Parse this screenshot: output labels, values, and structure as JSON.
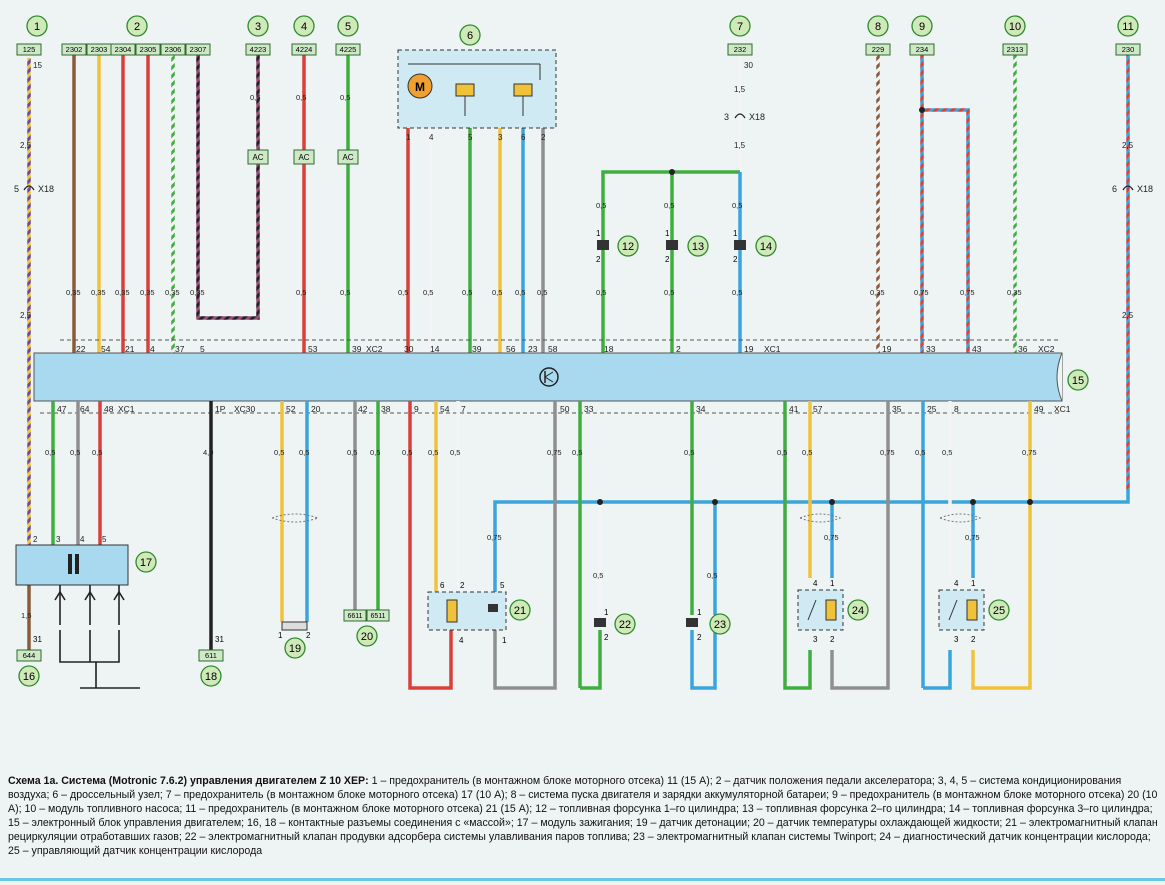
{
  "diagram": {
    "callouts": [
      {
        "id": "c1",
        "text": "1"
      },
      {
        "id": "c2",
        "text": "2"
      },
      {
        "id": "c3",
        "text": "3"
      },
      {
        "id": "c4",
        "text": "4"
      },
      {
        "id": "c5",
        "text": "5"
      },
      {
        "id": "c6",
        "text": "6"
      },
      {
        "id": "c7",
        "text": "7"
      },
      {
        "id": "c8",
        "text": "8"
      },
      {
        "id": "c9",
        "text": "9"
      },
      {
        "id": "c10",
        "text": "10"
      },
      {
        "id": "c11",
        "text": "11"
      },
      {
        "id": "c12",
        "text": "12"
      },
      {
        "id": "c13",
        "text": "13"
      },
      {
        "id": "c14",
        "text": "14"
      },
      {
        "id": "c15",
        "text": "15"
      },
      {
        "id": "c16",
        "text": "16"
      },
      {
        "id": "c17",
        "text": "17"
      },
      {
        "id": "c18",
        "text": "18"
      },
      {
        "id": "c19",
        "text": "19"
      },
      {
        "id": "c20",
        "text": "20"
      },
      {
        "id": "c21",
        "text": "21"
      },
      {
        "id": "c22",
        "text": "22"
      },
      {
        "id": "c23",
        "text": "23"
      },
      {
        "id": "c24",
        "text": "24"
      },
      {
        "id": "c25",
        "text": "25"
      }
    ],
    "terminal_labels": [
      {
        "id": "t125",
        "text": "125"
      },
      {
        "id": "t2302",
        "text": "2302"
      },
      {
        "id": "t2303",
        "text": "2303"
      },
      {
        "id": "t2304",
        "text": "2304"
      },
      {
        "id": "t2305",
        "text": "2305"
      },
      {
        "id": "t2306",
        "text": "2306"
      },
      {
        "id": "t2307",
        "text": "2307"
      },
      {
        "id": "t4223",
        "text": "4223"
      },
      {
        "id": "t4224",
        "text": "4224"
      },
      {
        "id": "t4225",
        "text": "4225"
      },
      {
        "id": "t232",
        "text": "232"
      },
      {
        "id": "t229",
        "text": "229"
      },
      {
        "id": "t234",
        "text": "234"
      },
      {
        "id": "t2313",
        "text": "2313"
      },
      {
        "id": "t230",
        "text": "230"
      },
      {
        "id": "t644",
        "text": "644"
      },
      {
        "id": "t611",
        "text": "611"
      },
      {
        "id": "t6611a",
        "text": "6611"
      },
      {
        "id": "t6511",
        "text": "6511"
      }
    ],
    "ac_label": "AC",
    "motor_label": "M",
    "connector_x18": "X18",
    "connector_xc1": "XC1",
    "connector_xc2": "XC2",
    "connector_xc30": "XC30",
    "ecu_pin_1p": "1P",
    "top_pins": [
      "22",
      "54",
      "21",
      "4",
      "37",
      "5",
      "53",
      "39",
      "30",
      "14",
      "39",
      "56",
      "23",
      "58",
      "18",
      "2",
      "19",
      "19",
      "33",
      "43",
      "36"
    ],
    "bottom_pins": [
      "47",
      "64",
      "48",
      "52",
      "20",
      "42",
      "38",
      "9",
      "54",
      "7",
      "50",
      "33",
      "34",
      "41",
      "57",
      "35",
      "25",
      "8",
      "49"
    ],
    "wire_sizes": [
      "0,35",
      "0,5",
      "0,75",
      "1,5",
      "2,5",
      "4,0"
    ],
    "harness_numbers": [
      "15",
      "30",
      "31",
      "3",
      "5",
      "6",
      "1",
      "2",
      "4"
    ],
    "colors": {
      "red": "#d8403a",
      "blue": "#3aa4dc",
      "green": "#3fae3f",
      "yellow": "#f0c23a",
      "gray": "#8f8f8f",
      "white": "#f4f4f4",
      "black": "#222222",
      "brown": "#8a5a3a",
      "ecu": "#a9d9ee",
      "label_bg": "#cfe9c8",
      "callout_bg": "#cfe9b8"
    }
  },
  "caption": {
    "title": "Схема 1а. Система (Motronic 7.6.2) управления двигателем Z 10 XEP:",
    "body": "1 – предохранитель (в монтажном блоке моторного отсека) 11 (15 А); 2 – датчик положения педали акселератора; 3, 4, 5 – система кондиционирования воздуха; 6 – дроссельный узел; 7 – предохранитель (в монтажном блоке моторного отсека) 17 (10 А); 8 – система пуска двигателя и зарядки аккумуляторной батареи; 9 – предохранитель (в монтажном блоке моторного отсека) 20 (10 А); 10 – модуль топливного насоса; 11 – предохранитель (в монтажном блоке моторного отсека) 21 (15 А); 12 – топливная форсунка 1–го цилиндра; 13 – топливная форсунка 2–го цилиндра; 14 – топливная форсунка 3–го цилиндра; 15 – электронный блок управления двигателем; 16, 18 – контактные разъемы соединения с «массой»; 17 – модуль зажигания; 19 – датчик детонации; 20 – датчик температуры охлаждающей жидкости; 21 – электромагнитный клапан рециркуляции отработавших газов; 22 – электромагнитный клапан продувки адсорбера системы улавливания паров топлива; 23 – электромагнитный клапан системы Twinport; 24 – диагностический датчик концентрации кислорода; 25 – управляющий датчик концентрации кислорода"
  }
}
